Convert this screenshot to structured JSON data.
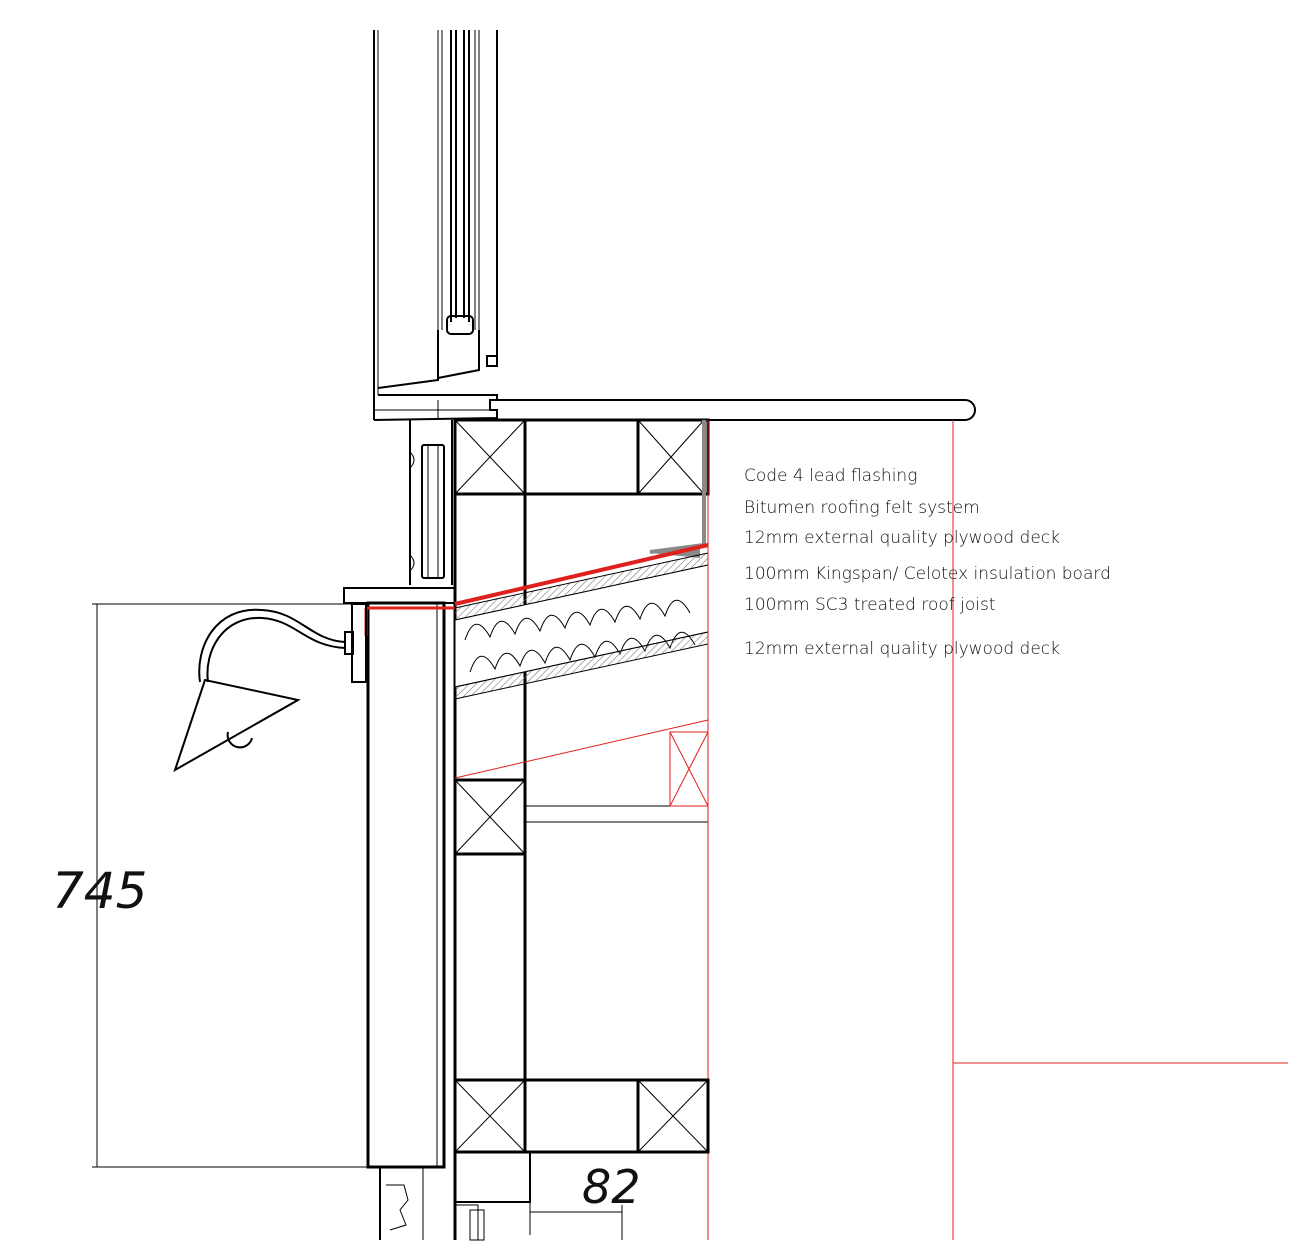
{
  "labels": {
    "flashing": "Code 4 lead flashing",
    "felt": "Bitumen roofing felt system",
    "deck_top": "12mm external quality plywood deck",
    "insulation": "100mm Kingspan/ Celotex insulation board",
    "joist": "100mm SC3 treated roof joist",
    "deck_bottom": "12mm external quality plywood deck"
  },
  "dimensions": {
    "height": "745",
    "width": "82"
  },
  "colors": {
    "line": "#000000",
    "accent": "#e0201c",
    "lead": "#8a8a8a",
    "hatch": "#7a7a7a"
  }
}
